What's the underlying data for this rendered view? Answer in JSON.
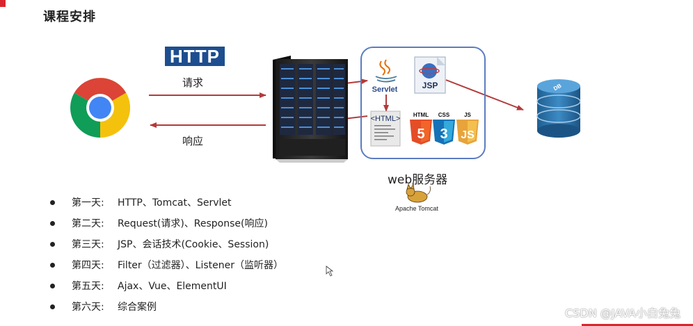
{
  "header": {
    "title": "课程安排"
  },
  "diagram": {
    "protocol_logo": "HTTP",
    "request_label": "请求",
    "response_label": "响应",
    "servlet_label": "Servlet",
    "jsp_label": "JSP",
    "html_label": "<HTML>",
    "html5_label": "HTML",
    "css3_label": "CSS",
    "js_label": "JS",
    "db_label": "DB",
    "web_server_label": "web服务器",
    "tomcat_label": "Apache Tomcat",
    "arrow_color": "#b23a3a",
    "box_color": "#5b7cc0"
  },
  "schedule": [
    {
      "day": "第一天:",
      "topic": "HTTP、Tomcat、Servlet"
    },
    {
      "day": "第二天:",
      "topic": "Request(请求)、Response(响应)"
    },
    {
      "day": "第三天:",
      "topic": "JSP、会话技术(Cookie、Session)"
    },
    {
      "day": "第四天:",
      "topic": "Filter（过滤器）、Listener（监听器）"
    },
    {
      "day": "第五天:",
      "topic": "Ajax、Vue、ElementUI"
    },
    {
      "day": "第六天:",
      "topic": "综合案例"
    }
  ],
  "watermark": "CSDN @JAVA小白兔兔"
}
